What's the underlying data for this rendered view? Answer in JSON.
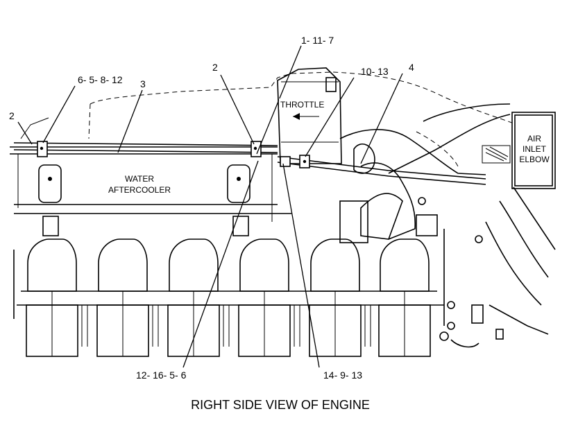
{
  "caption": "RIGHT SIDE VIEW OF ENGINE",
  "area_labels": {
    "throttle": "THROTTLE",
    "water_line1": "WATER",
    "water_line2": "AFTERCOOLER",
    "air_line1": "AIR",
    "air_line2": "INLET",
    "air_line3": "ELBOW"
  },
  "callouts": {
    "c_2_left": "2",
    "c_6_5_8_12": "6- 5- 8- 12",
    "c_3": "3",
    "c_2_mid": "2",
    "c_1_11_7": "1- 11- 7",
    "c_10_13": "10- 13",
    "c_4": "4",
    "c_12_16_5_6": "12- 16- 5- 6",
    "c_14_9_13": "14- 9- 13"
  }
}
